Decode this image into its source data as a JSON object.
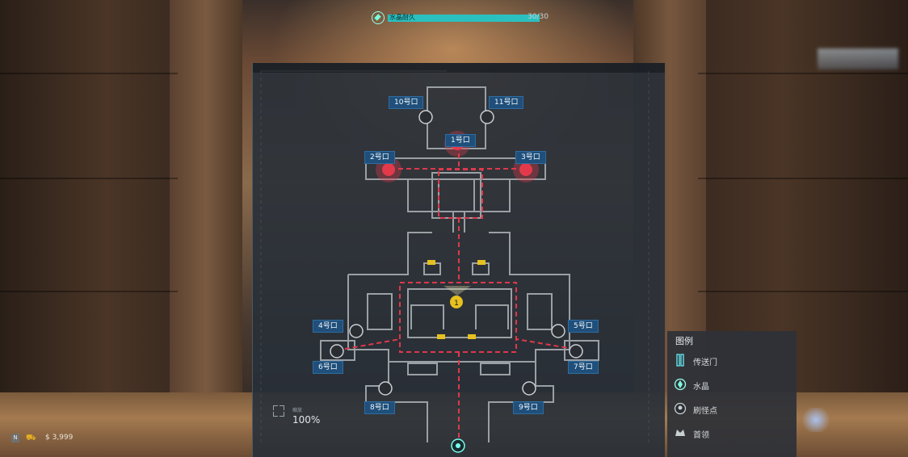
{
  "hud": {
    "bar_label": "水晶耐久",
    "bar_value": "30/30",
    "bar_fill": 1.0,
    "bar_color": "#2bc0c0",
    "icon": "crystal-icon"
  },
  "map": {
    "zoom_label": "缩放",
    "zoom_value": "100%",
    "spawn_tags": [
      "1号口",
      "2号口",
      "3号口",
      "4号口",
      "5号口",
      "6号口",
      "7号口",
      "8号口",
      "9号口",
      "10号口",
      "11号口"
    ],
    "boss_marker": "1",
    "colors": {
      "wall": "#9aa0a4",
      "path": "#e0384a",
      "active_spawn": "#e23a4a",
      "tag_bg": "#1f4f7a",
      "marker": "#e6c020"
    }
  },
  "legend": {
    "title": "图例",
    "items": [
      {
        "label": "传送门",
        "icon": "portal-icon"
      },
      {
        "label": "水晶",
        "icon": "crystal-icon"
      },
      {
        "label": "刷怪点",
        "icon": "spawn-point-icon"
      },
      {
        "label": "首领",
        "icon": "boss-icon"
      }
    ]
  },
  "bottom_left": {
    "key": "N",
    "money": "$ 3,999",
    "icon": "cart-icon"
  }
}
